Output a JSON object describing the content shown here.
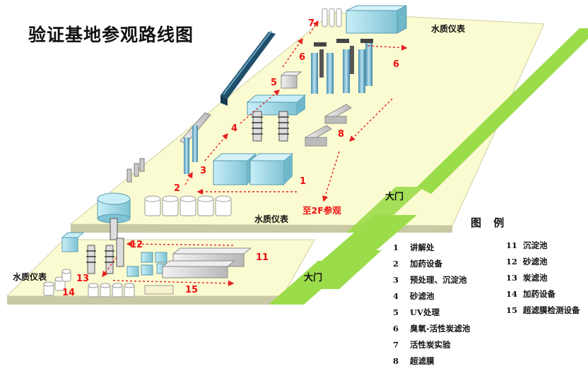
{
  "title": "验证基地参观路线图",
  "labels": {
    "water_meter_top": "水质仪表",
    "water_meter_mid": "水质仪表",
    "water_meter_left": "水质仪表",
    "to_2f": "至2F参观",
    "gate_upper": "大门",
    "gate_lower": "大门"
  },
  "route_numbers": [
    "1",
    "2",
    "3",
    "4",
    "5",
    "6",
    "6",
    "7",
    "8",
    "11",
    "12",
    "13",
    "14",
    "15"
  ],
  "legend": {
    "title": "图 例",
    "left": [
      {
        "num": "1",
        "text": "讲解处"
      },
      {
        "num": "2",
        "text": "加药设备"
      },
      {
        "num": "3",
        "text": "预处理、沉淀池"
      },
      {
        "num": "4",
        "text": "砂滤池"
      },
      {
        "num": "5",
        "text": "UV处理"
      },
      {
        "num": "6",
        "text": "臭氧-活性炭滤池"
      },
      {
        "num": "7",
        "text": "活性炭实验"
      },
      {
        "num": "8",
        "text": "超滤膜"
      }
    ],
    "right": [
      {
        "num": "11",
        "text": "沉淀池"
      },
      {
        "num": "12",
        "text": "砂滤池"
      },
      {
        "num": "13",
        "text": "炭滤池"
      },
      {
        "num": "14",
        "text": "加药设备"
      },
      {
        "num": "15",
        "text": "超滤膜检测设备"
      }
    ]
  },
  "colors": {
    "floor": "#fbfbd2",
    "floor_side": "#c9c9a6",
    "green_stripe": "#9bdc4a",
    "tank": "#a8dbe8",
    "tank_dark": "#6fb7c9",
    "route": "#e52222"
  }
}
